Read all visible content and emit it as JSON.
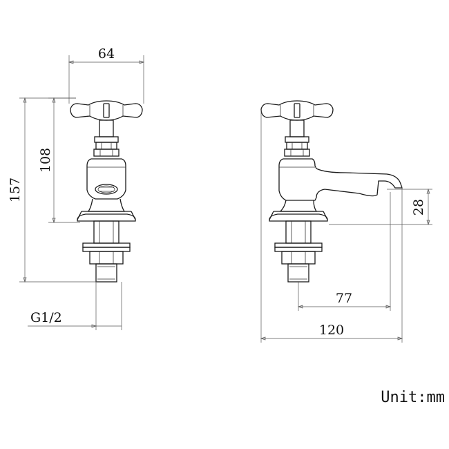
{
  "dimensions": {
    "width_top": "64",
    "height_total": "157",
    "height_body": "108",
    "thread_size": "G1/2",
    "spout_height": "28",
    "spout_reach": "77",
    "width_total": "120"
  },
  "units": {
    "label": "Unit:mm"
  }
}
